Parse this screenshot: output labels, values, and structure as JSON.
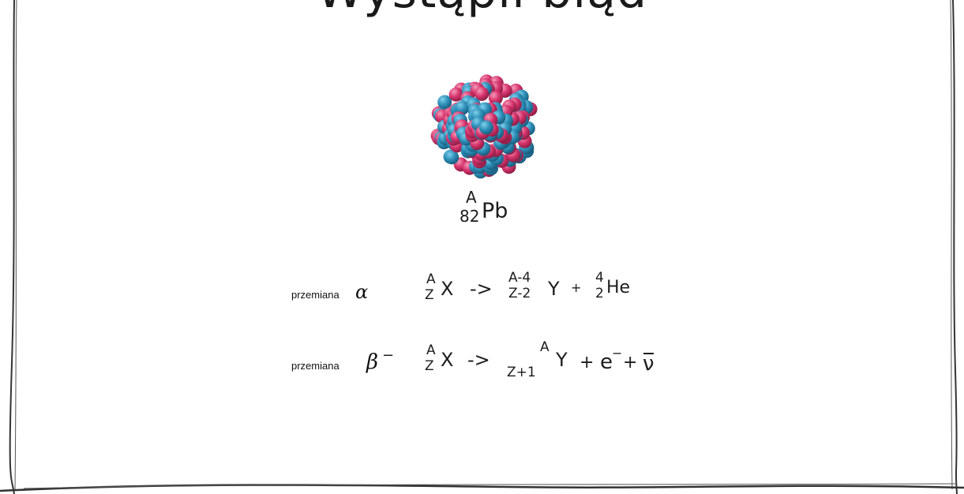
{
  "title": "Wystąpił błąd",
  "element": {
    "mass": "A",
    "atomic_number": "82",
    "symbol": "Pb"
  },
  "alpha": {
    "label": "przemiana",
    "greek": "α",
    "parent": {
      "mass": "A",
      "atomic_number": "Z",
      "symbol": "X"
    },
    "arrow": "->",
    "daughter": {
      "mass": "A-4",
      "atomic_number": "Z-2",
      "symbol": "Y"
    },
    "plus": "+",
    "particle": {
      "mass": "4",
      "atomic_number": "2",
      "symbol": "He"
    }
  },
  "beta": {
    "label": "przemiana",
    "greek": "β",
    "greek_charge": "−",
    "parent": {
      "mass": "A",
      "atomic_number": "Z",
      "symbol": "X"
    },
    "arrow": "->",
    "daughter": {
      "mass": "A",
      "atomic_number": "Z+1",
      "symbol": "Y"
    },
    "plus1": "+",
    "electron": "e",
    "electron_charge": "−",
    "plus2": "+",
    "neutrino": "ν"
  },
  "colors": {
    "proton": "#d6336c",
    "neutron": "#2e8fb8"
  }
}
